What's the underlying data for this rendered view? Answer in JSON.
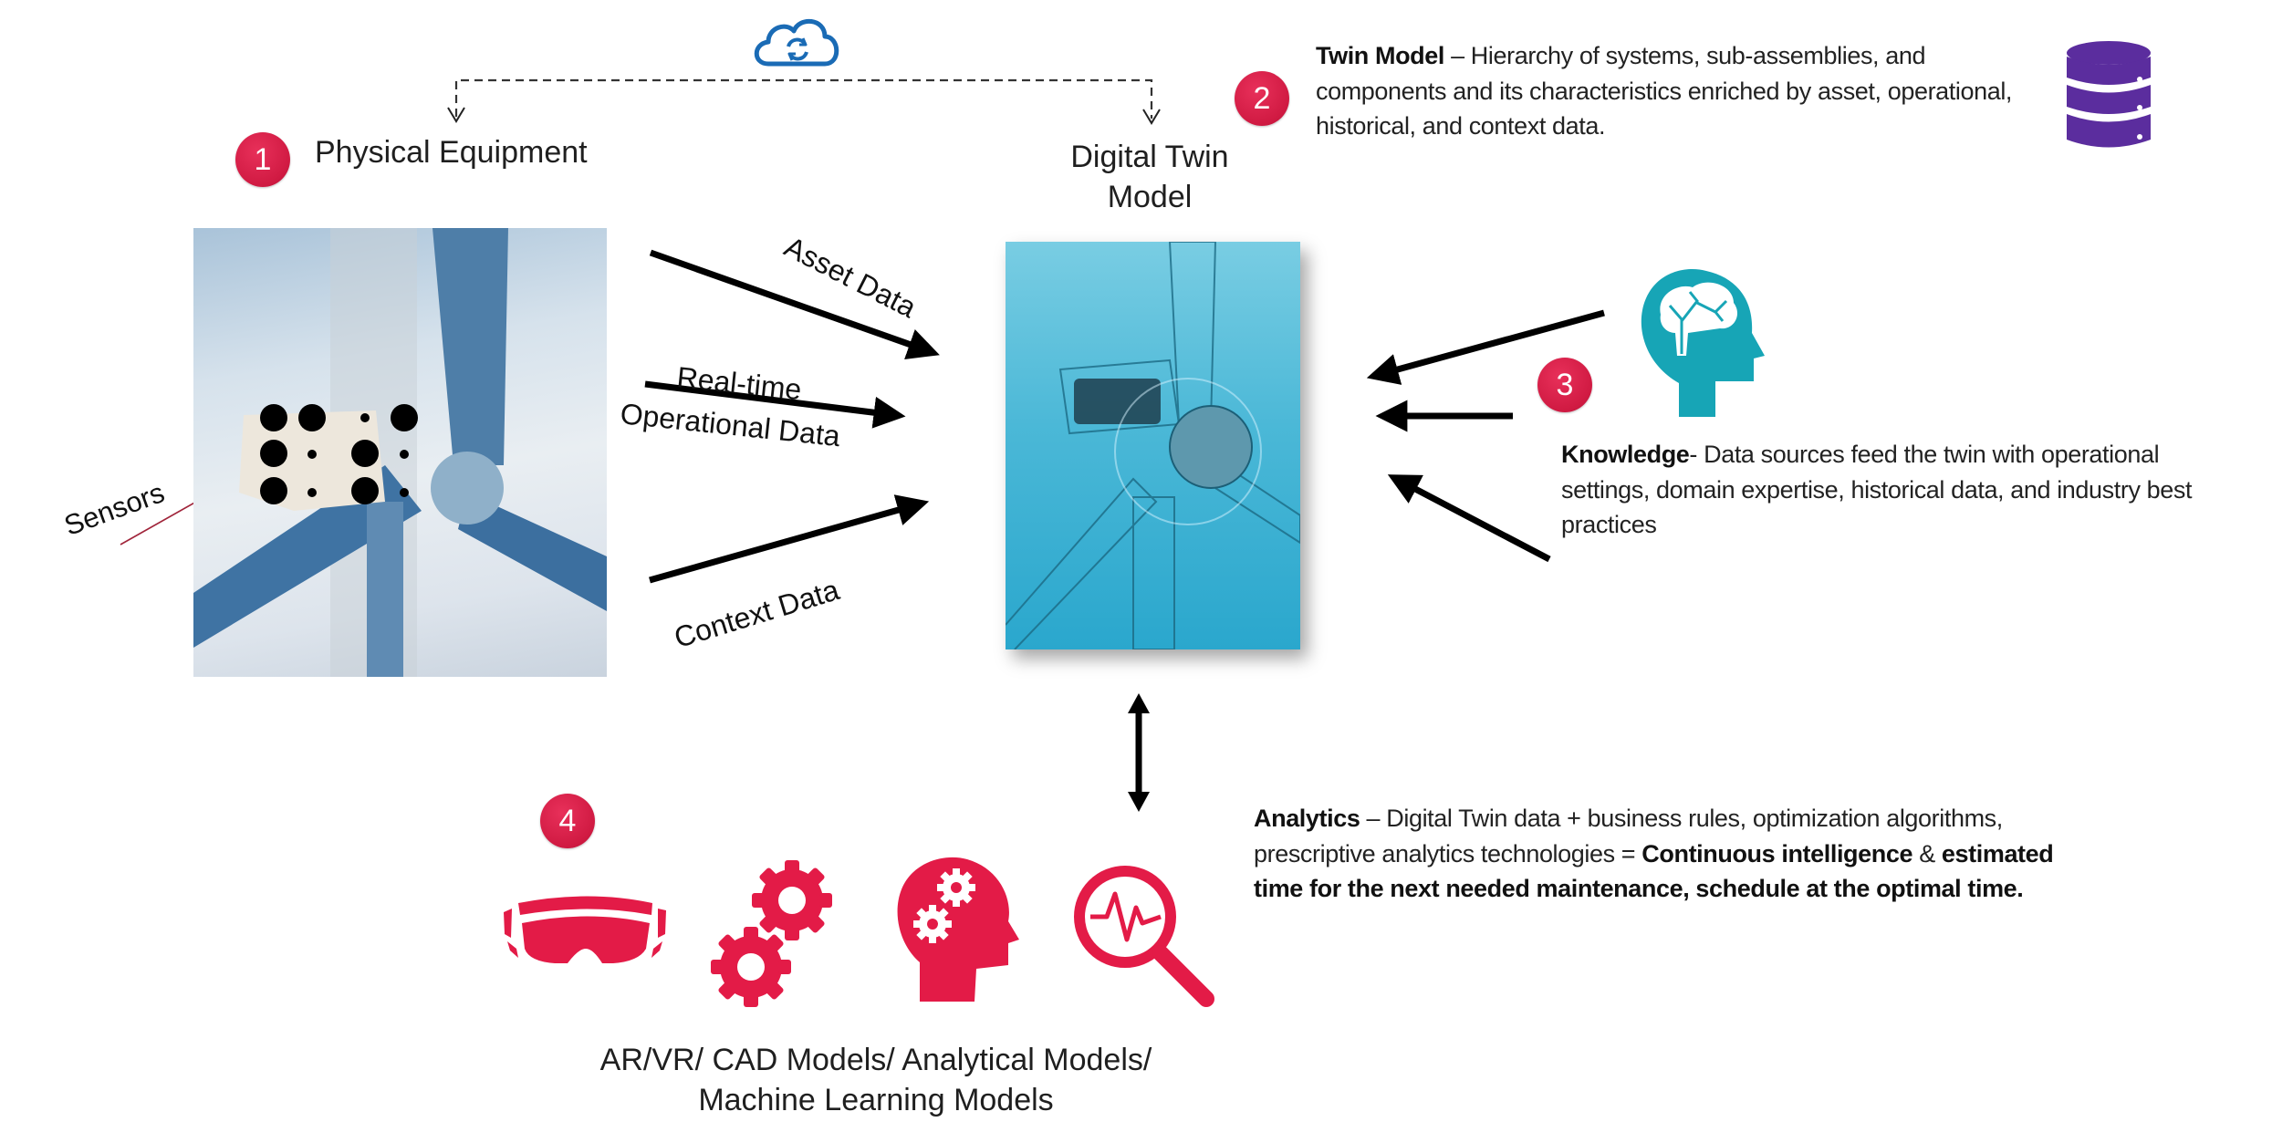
{
  "cloud": {
    "icon": "cloud-sync-icon",
    "color": "#1a6bb5"
  },
  "physical": {
    "badge": "1",
    "title": "Physical Equipment",
    "sensors_label": "Sensors",
    "photo": "wind-turbine-photo"
  },
  "digital_twin": {
    "title_line1": "Digital Twin",
    "title_line2": "Model",
    "image": "digital-twin-wireframe"
  },
  "flows": {
    "asset": "Asset Data",
    "realtime_line1": "Real-time",
    "realtime_line2": "Operational Data",
    "context": "Context Data"
  },
  "twin_model": {
    "badge": "2",
    "bold": "Twin Model",
    "text": " – Hierarchy of systems, sub-assemblies, and components and its characteristics enriched by asset, operational,  historical, and context data.",
    "icon": "database-icon",
    "icon_color": "#5b2d9e"
  },
  "knowledge": {
    "badge": "3",
    "bold": "Knowledge",
    "text": "- Data sources feed the twin with operational settings, domain expertise, historical data, and industry best practices",
    "icon": "brain-head-icon",
    "icon_color": "#17a5b6"
  },
  "analytics": {
    "bold": "Analytics",
    "text": " – Digital Twin data + business rules, optimization algorithms, prescriptive analytics technologies = ",
    "bold2": "Continuous intelligence",
    "text2": " & ",
    "bold3": "estimated time for the next needed maintenance, schedule at the optimal time."
  },
  "models": {
    "badge": "4",
    "icons": [
      "vr-goggles-icon",
      "gears-icon",
      "head-gears-icon",
      "magnifier-pulse-icon"
    ],
    "icon_color": "#e31b47",
    "caption_line1": "AR/VR/ CAD Models/ Analytical Models/",
    "caption_line2": "Machine Learning Models"
  },
  "colors": {
    "badge": "#d81b45",
    "arrow": "#000000",
    "teal": "#17a5b6",
    "purple": "#5b2d9e",
    "red_icon": "#e31b47"
  }
}
